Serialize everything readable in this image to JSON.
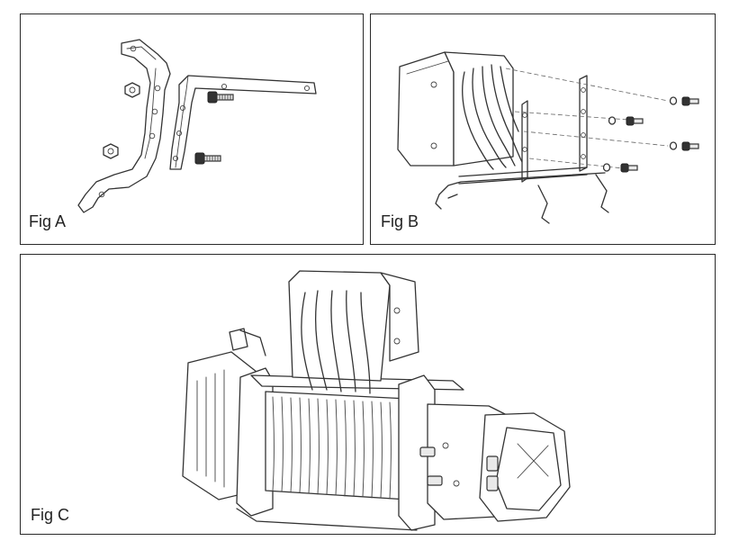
{
  "figures": {
    "a": {
      "label": "Fig A"
    },
    "b": {
      "label": "Fig B"
    },
    "c": {
      "label": "Fig C"
    }
  },
  "icons": [
    "bracket-left-icon",
    "bracket-right-icon",
    "bolt-icon",
    "nut-icon",
    "control-box-icon",
    "winch-icon",
    "washer-icon"
  ]
}
